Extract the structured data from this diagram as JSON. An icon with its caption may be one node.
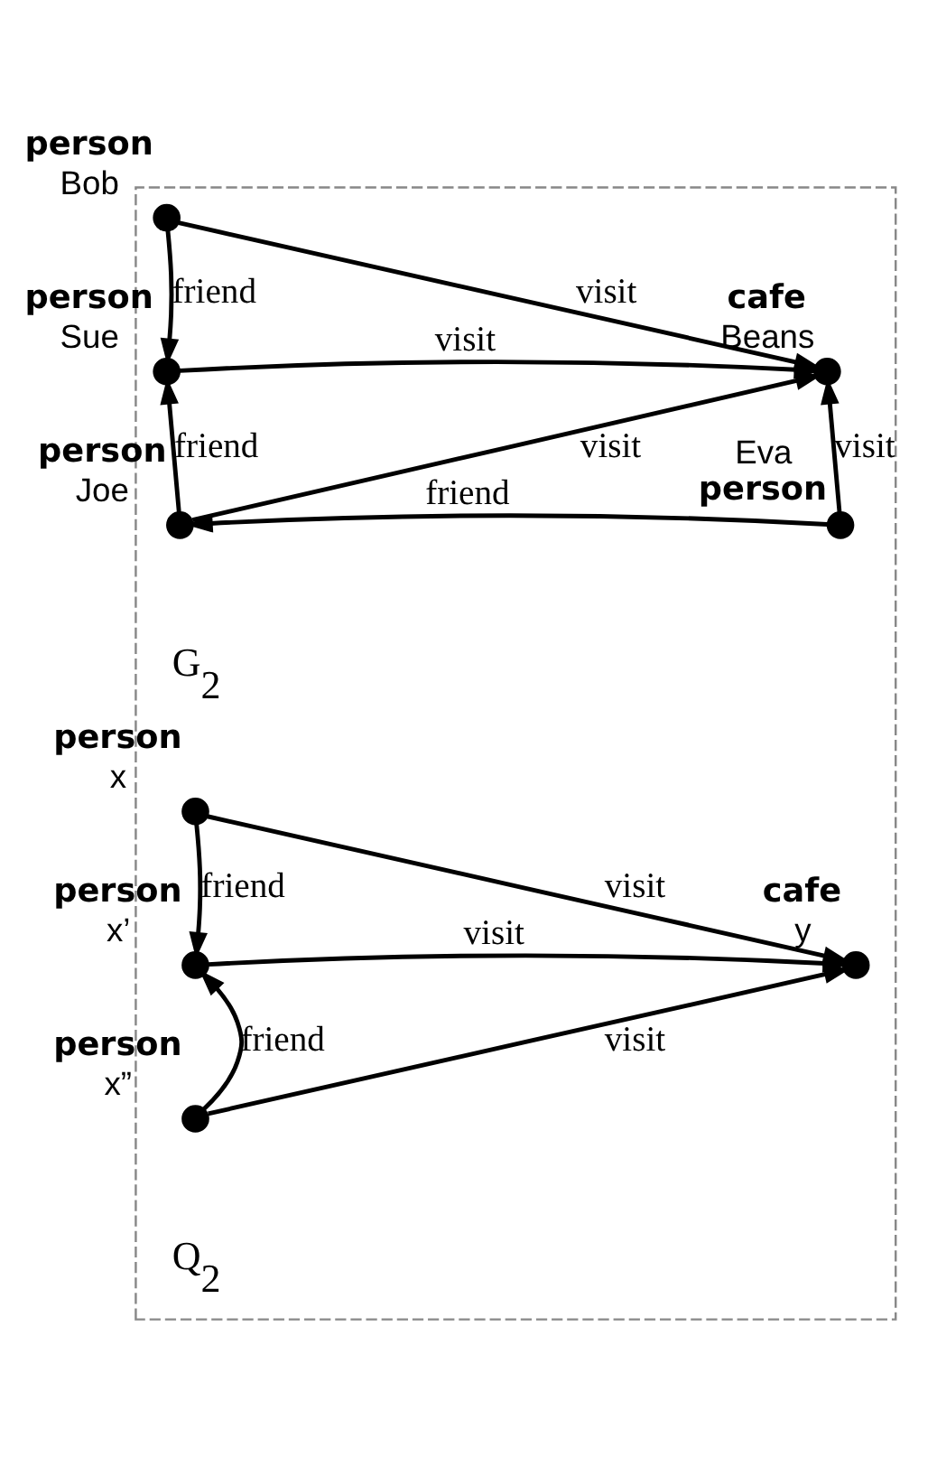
{
  "diagram": {
    "nodes": [
      {
        "text": [],
        "shape": "box"
      },
      {
        "text": [
          "person",
          "Bob"
        ],
        "in": 0
      },
      {
        "text": [
          "person",
          "Sue"
        ],
        "in": 0
      },
      {
        "text": [
          "cafe",
          "Beans"
        ],
        "in": 0
      },
      {
        "text": [
          "person",
          "Joe"
        ],
        "in": 0
      },
      {
        "text": [
          "Eva",
          "person"
        ],
        "in": 0
      },
      {
        "text": [
          "person",
          "x"
        ],
        "in": 0
      },
      {
        "text": [
          "person",
          "x’"
        ],
        "in": 0
      },
      {
        "text": [
          "cafe",
          "y"
        ],
        "in": 0
      },
      {
        "text": [
          "person",
          "x”"
        ],
        "in": 0
      }
    ],
    "edges": [
      {
        "from": 1,
        "to": 2,
        "arrow": "to",
        "label": "friend"
      },
      {
        "from": 1,
        "to": 3,
        "arrow": "to",
        "label": "visit"
      },
      {
        "from": 2,
        "to": 3,
        "arrow": "to",
        "label": "visit"
      },
      {
        "from": 4,
        "to": 2,
        "arrow": "to",
        "label": "friend"
      },
      {
        "from": 4,
        "to": 3,
        "arrow": "to",
        "label": "visit"
      },
      {
        "from": 5,
        "to": 3,
        "arrow": "to",
        "label": "visit"
      },
      {
        "from": 5,
        "to": 4,
        "arrow": "to",
        "label": "friend"
      },
      {
        "from": 6,
        "to": 7,
        "arrow": "to",
        "label": "friend"
      },
      {
        "from": 6,
        "to": 8,
        "arrow": "to",
        "label": "visit"
      },
      {
        "from": 7,
        "to": 8,
        "arrow": "to",
        "label": "visit"
      },
      {
        "from": 9,
        "to": 7,
        "arrow": "to",
        "label": "friend"
      },
      {
        "from": 9,
        "to": 8,
        "arrow": "to",
        "label": "visit"
      }
    ],
    "labels": [
      "G$_{2}$",
      "Q$_{2}$"
    ]
  }
}
